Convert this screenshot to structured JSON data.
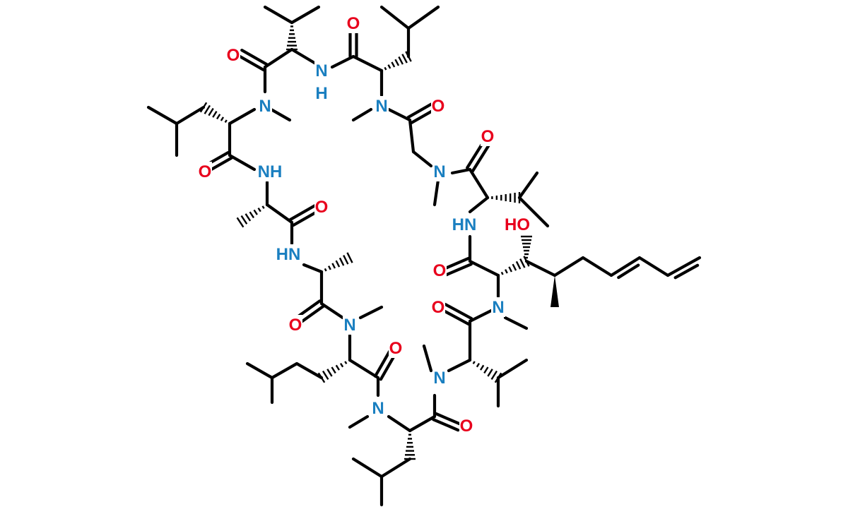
{
  "diagram": {
    "type": "skeletal-structure",
    "colors": {
      "bond": "#000000",
      "oxygen": "#e8001c",
      "nitrogen": "#1a7fc0",
      "background": "#ffffff"
    },
    "labels": {
      "oxygen": "O",
      "nitrogen": "N",
      "amide_hydrogen": "H",
      "nh": "NH",
      "hn": "HN",
      "hydroxyl": "HO"
    }
  }
}
